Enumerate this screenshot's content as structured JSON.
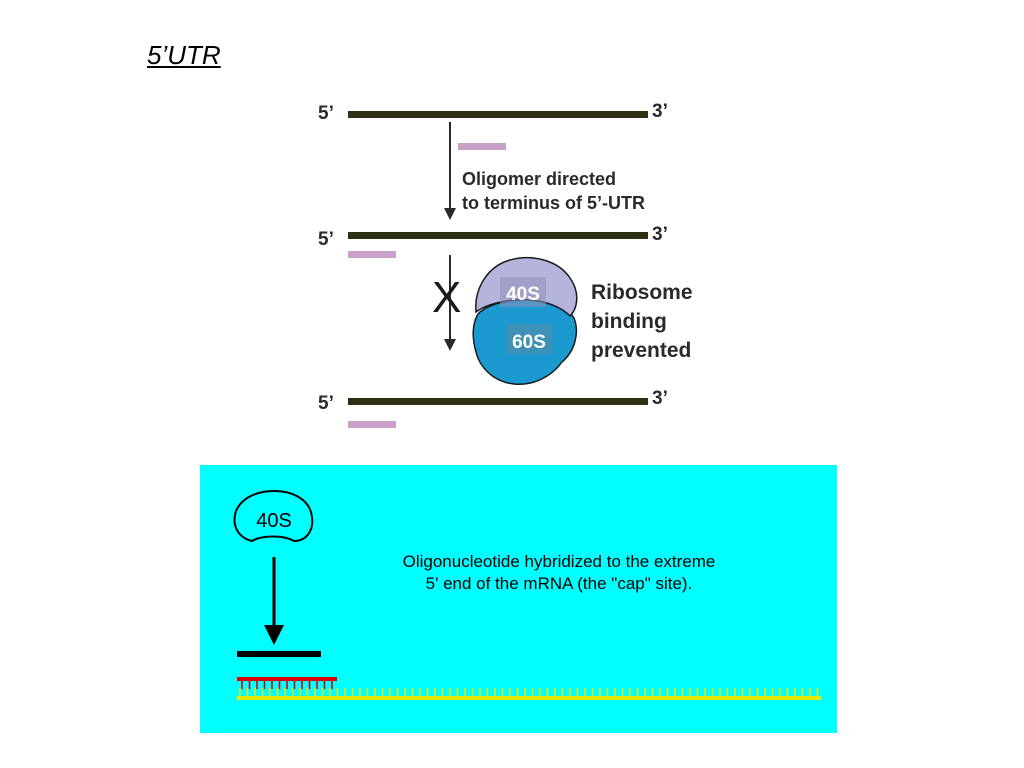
{
  "title": "5’UTR",
  "top_diagram": {
    "strands": [
      {
        "five_label": "5’",
        "three_label": "3’"
      },
      {
        "five_label": "5’",
        "three_label": "3’"
      },
      {
        "five_label": "5’",
        "three_label": "3’"
      }
    ],
    "arrow_caption": [
      "Oligomer directed",
      "to terminus of 5’-UTR"
    ],
    "block_mark": "X",
    "ribosome": {
      "small_subunit": "40S",
      "large_subunit": "60S"
    },
    "ribosome_caption": [
      "Ribosome",
      "binding",
      "prevented"
    ]
  },
  "bottom_panel": {
    "subunit_label": "40S",
    "description": [
      "Oligonucleotide hybridized to the extreme",
      "5' end of the mRNA (the \"cap\" site)."
    ]
  },
  "colors": {
    "strand": "#2f2f14",
    "oligomer": "#c8a0c8",
    "small_subunit": "#b4b4dc",
    "large_subunit": "#1a9ad0",
    "panel_bg": "#00ffff",
    "mrna": "#e8e800",
    "hybrid_oligo": "#e00000"
  }
}
